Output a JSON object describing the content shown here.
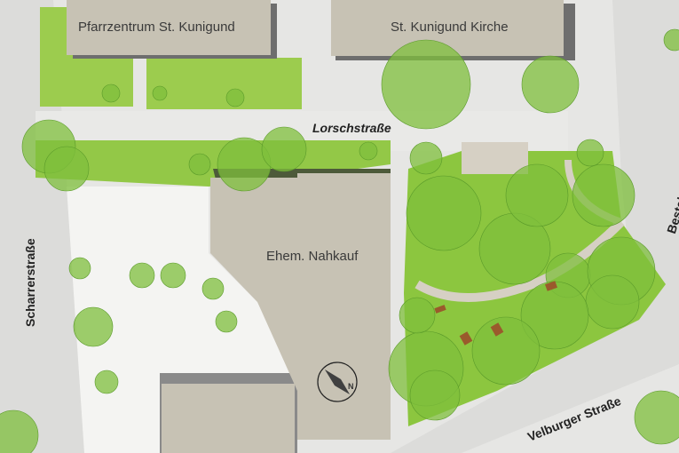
{
  "buildings": {
    "pfarrzentrum": "Pfarrzentrum St. Kunigund",
    "kirche": "St. Kunigund Kirche",
    "nahkauf": "Ehem. Nahkauf"
  },
  "streets": {
    "lorschstrasse": "Lorschstraße",
    "scharrerstrasse": "Scharrerstraße",
    "bestelmeyerstrasse": "Bestelmeyerstraße",
    "velburger": "Velburger Straße"
  },
  "compass": {
    "north_label": "N"
  },
  "colors": {
    "building": "#c7c2b4",
    "building_shadow": "#6e6e6e",
    "lawn": "#8cc63f",
    "lawn_light": "#b8db7a",
    "tree": "#7fbf3c",
    "road": "#d8d8d6",
    "paving": "#d6d0c4"
  }
}
